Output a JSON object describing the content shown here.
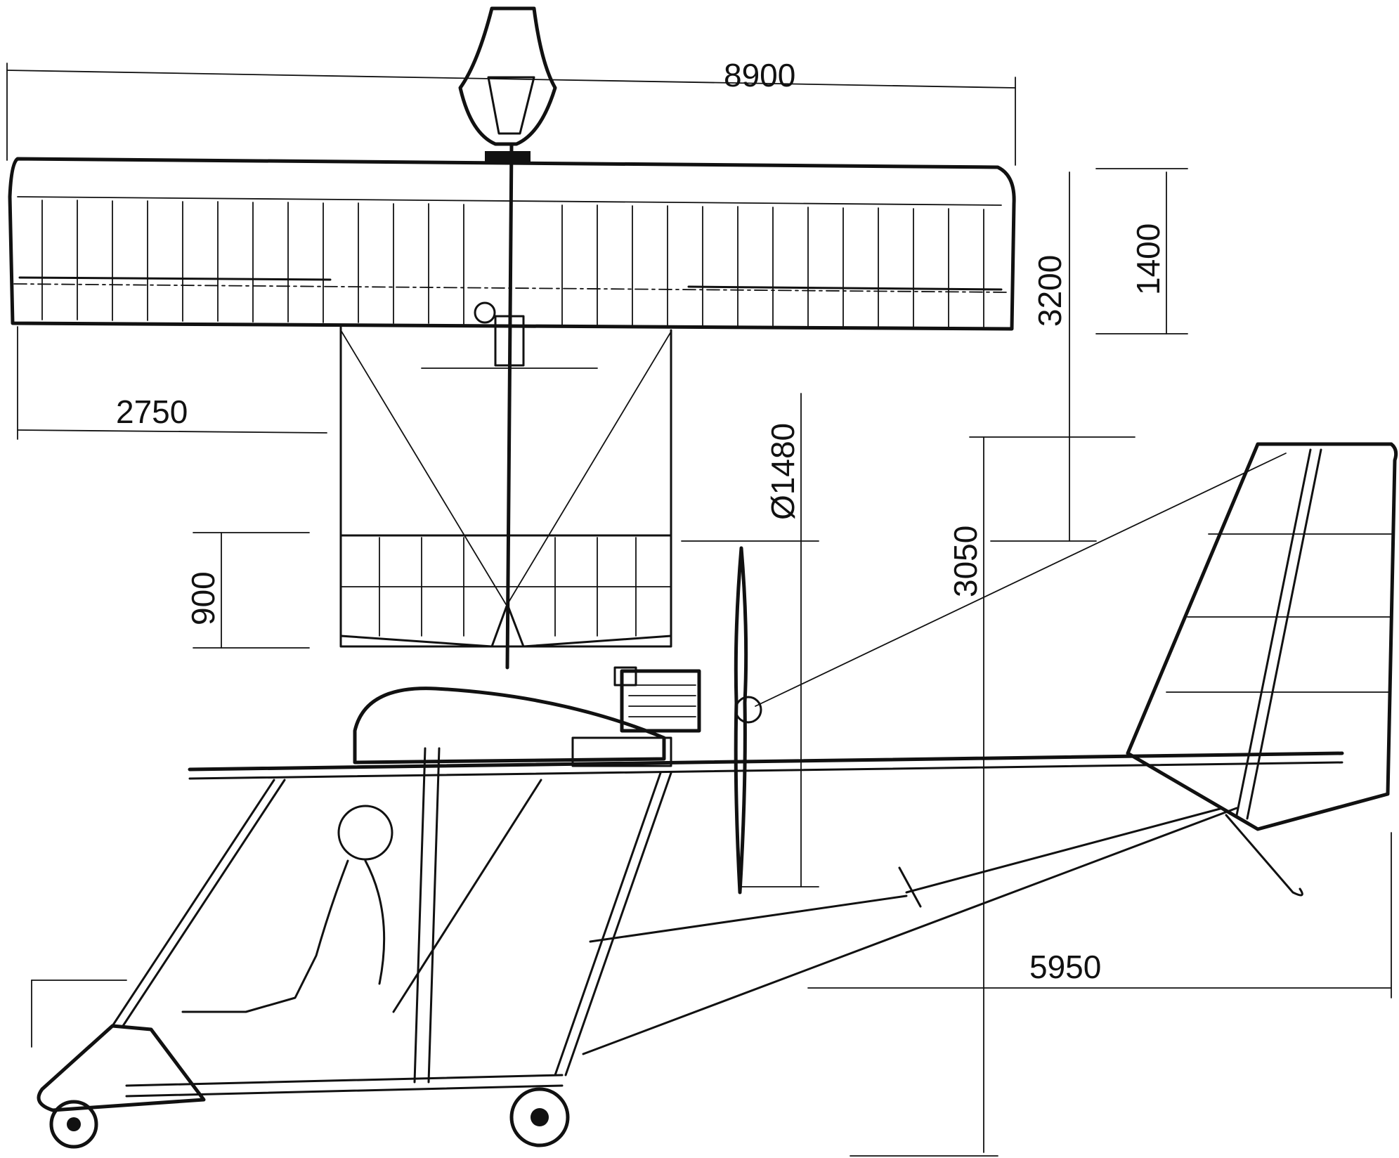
{
  "dimensions": {
    "wingspan": "8900",
    "wing_chord": "1400",
    "overall_height": "3200",
    "aileron_span": "2750",
    "propeller_diameter": "Ø1480",
    "tailplane_chord": "900",
    "height_to_boom": "3050",
    "overall_length": "5950"
  },
  "colors": {
    "ink": "#111111",
    "paper": "#ffffff"
  }
}
